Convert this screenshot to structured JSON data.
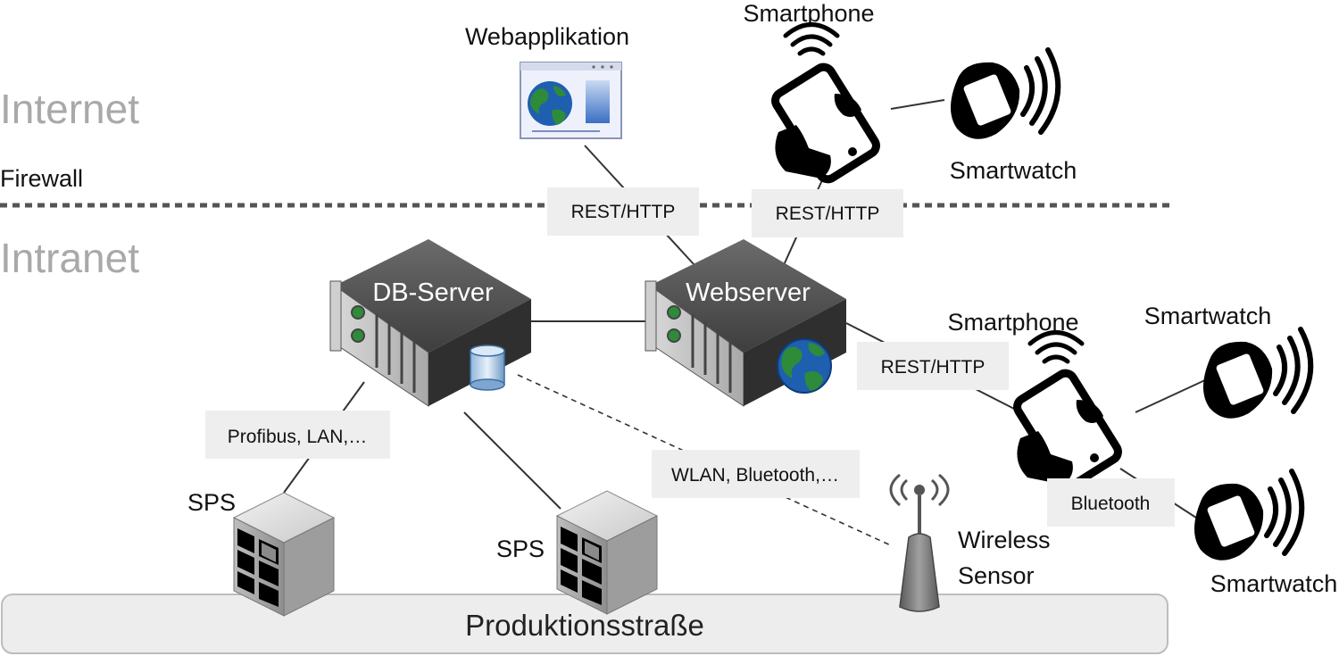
{
  "zones": {
    "internet": "Internet",
    "firewall": "Firewall",
    "intranet": "Intranet"
  },
  "nodes": {
    "webapp": "Webapplikation",
    "smartphone_top": "Smartphone",
    "smartwatch_top": "Smartwatch",
    "db_server": "DB-Server",
    "webserver": "Webserver",
    "smartphone_right": "Smartphone",
    "smartwatch_right_top": "Smartwatch",
    "smartwatch_right_bottom": "Smartwatch",
    "sps_left": "SPS",
    "sps_center": "SPS",
    "wireless_sensor_line1": "Wireless",
    "wireless_sensor_line2": "Sensor",
    "production_line": "Produktionsstraße"
  },
  "connection_labels": {
    "rest_webapp": "REST/HTTP",
    "rest_phone_top": "REST/HTTP",
    "rest_phone_right": "REST/HTTP",
    "profibus": "Profibus, LAN,…",
    "wlan": "WLAN, Bluetooth,…",
    "bluetooth": "Bluetooth"
  },
  "colors": {
    "zone_text": "#a9a9a9",
    "label_box": "#eeeeee",
    "server_body": "#4a4a4a",
    "globe_blue": "#1f5fb0",
    "globe_green": "#2e8b3a"
  }
}
